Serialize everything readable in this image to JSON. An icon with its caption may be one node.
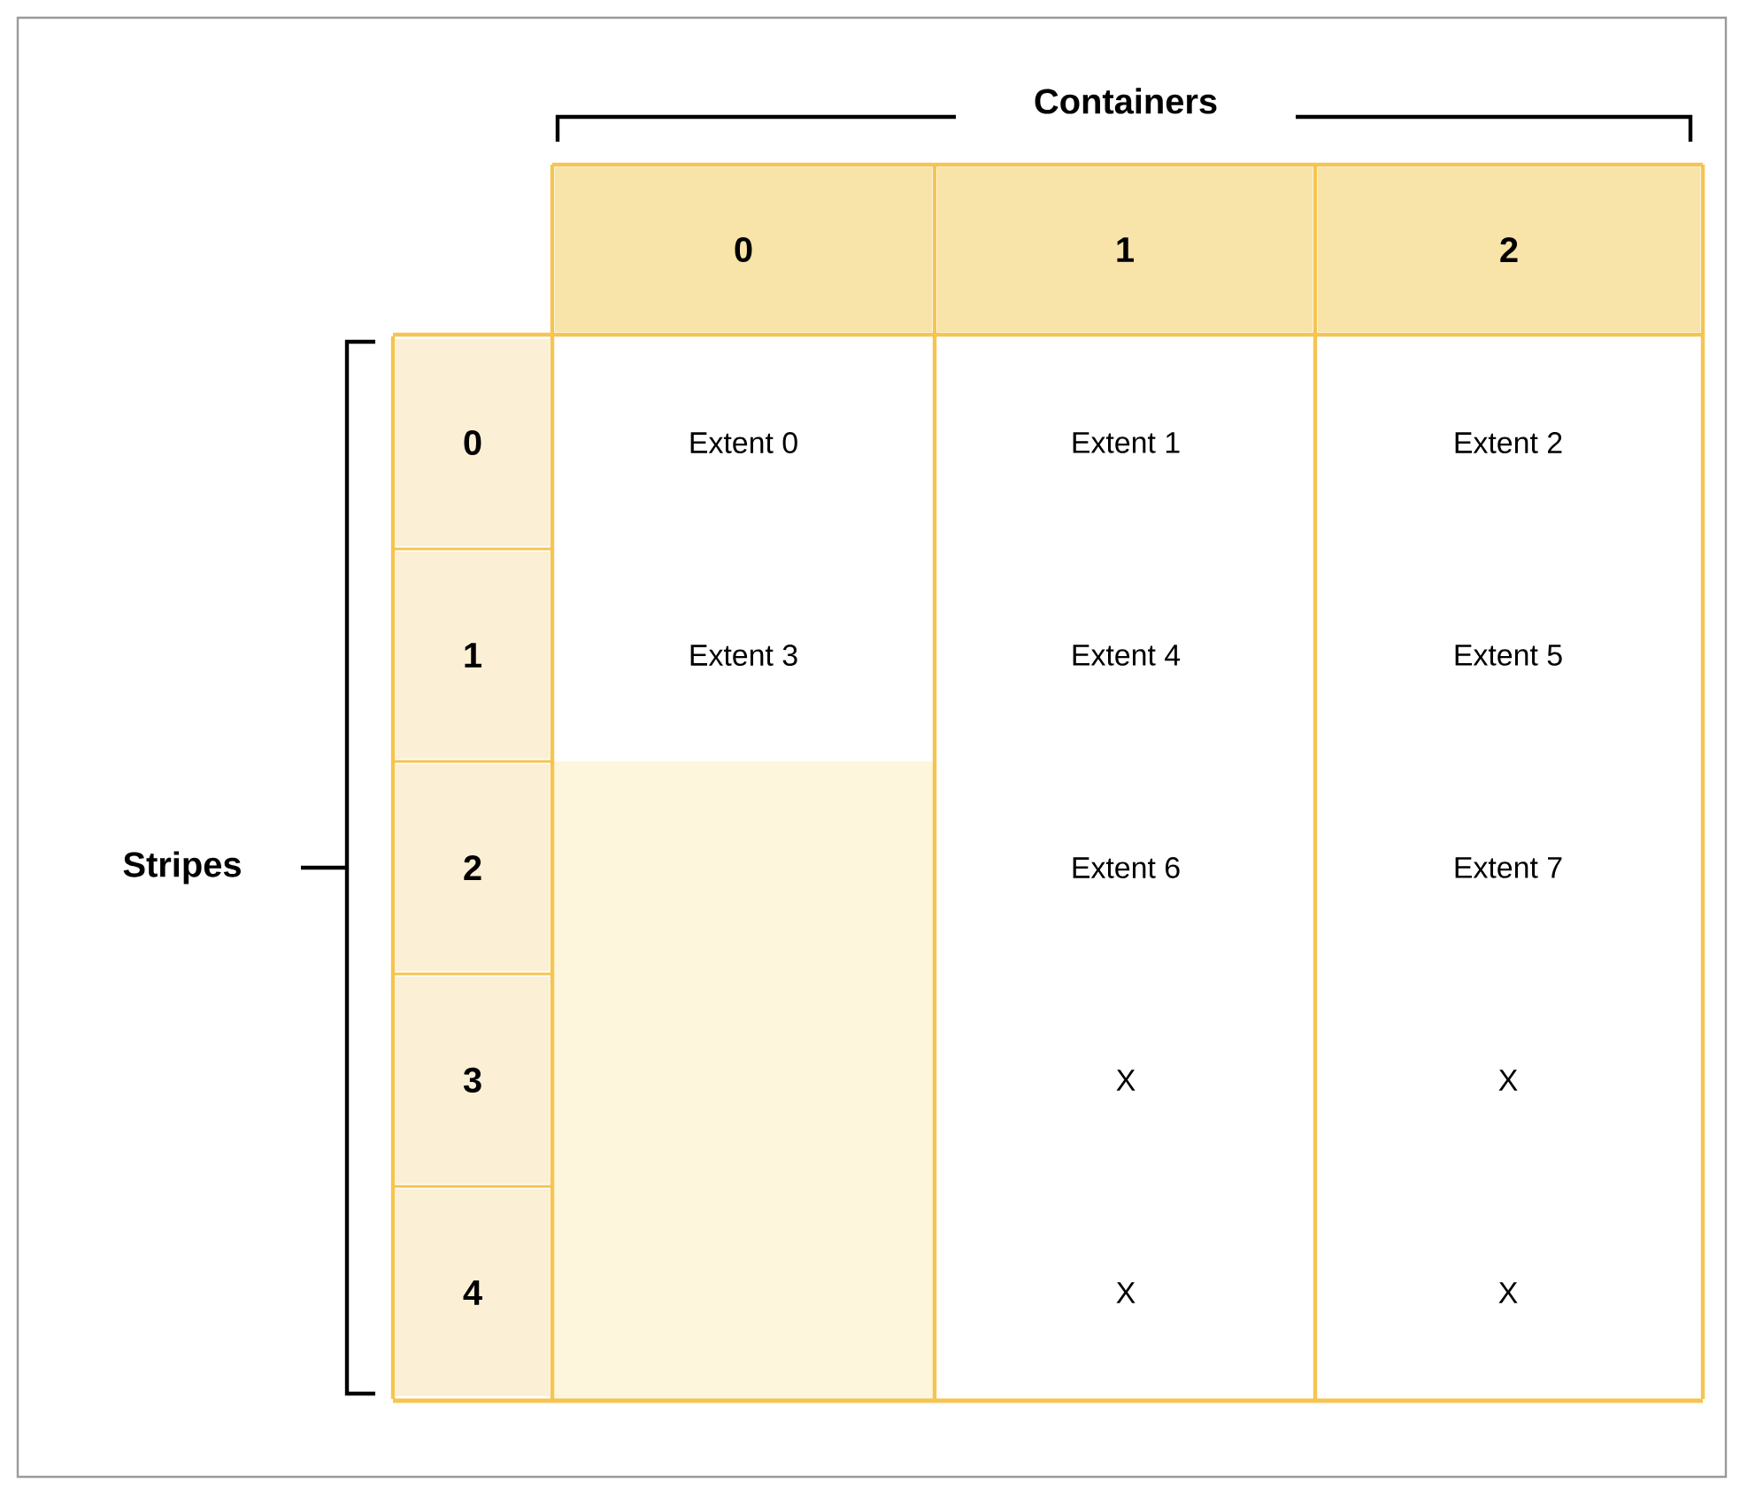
{
  "diagram": {
    "labels": [
      "Containers",
      "0",
      "1",
      "2",
      "0",
      "Extent 0",
      "Extent 1",
      "Extent 2",
      "1",
      "Extent 3",
      "Extent 4",
      "Extent 5",
      "Stripes",
      "2",
      "Extent 6",
      "Extent 7",
      "3",
      "X",
      "X",
      "4",
      "X",
      "X"
    ]
  }
}
